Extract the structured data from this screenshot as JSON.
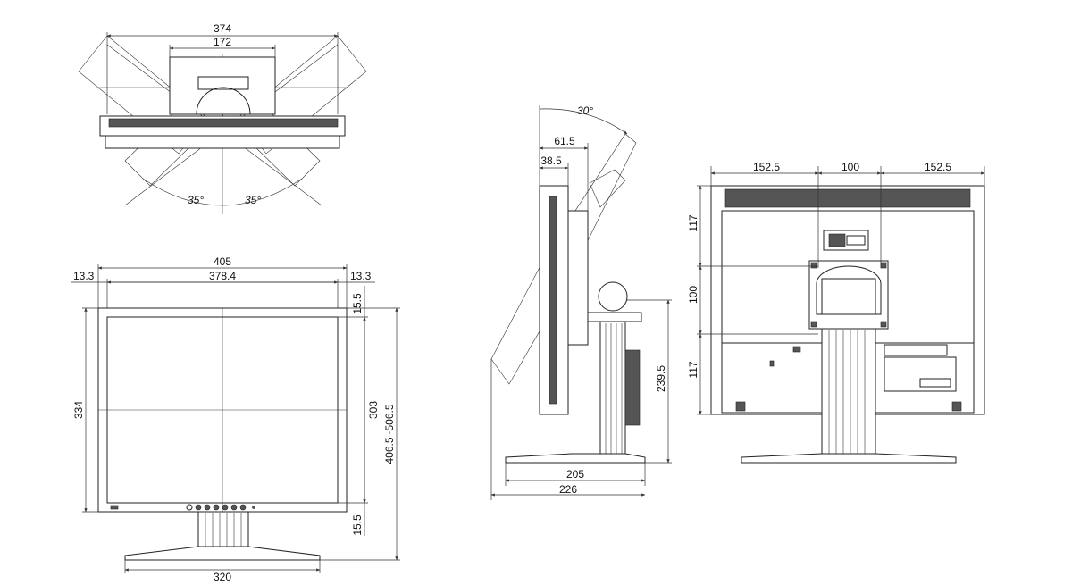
{
  "top_view": {
    "overall_width": "374",
    "stand_width": "172",
    "swivel_left": "35°",
    "swivel_right": "35°"
  },
  "front_view": {
    "width": "405",
    "left_bezel": "13.3",
    "screen_width": "378.4",
    "right_bezel": "13.3",
    "top_bezel": "15.5",
    "height": "334",
    "screen_height": "303",
    "bottom_bezel": "15.5",
    "height_range": "406.5~506.5",
    "base_width": "320"
  },
  "side_view": {
    "tilt": "30°",
    "depth_tilted": "61.5",
    "depth_panel": "38.5",
    "height_adjust": "239.5",
    "base_depth": "205",
    "overall_depth": "226"
  },
  "rear_view": {
    "left_offset": "152.5",
    "vesa_width": "100",
    "right_offset": "152.5",
    "top_offset": "117",
    "vesa_height": "100",
    "bottom_offset": "117"
  }
}
